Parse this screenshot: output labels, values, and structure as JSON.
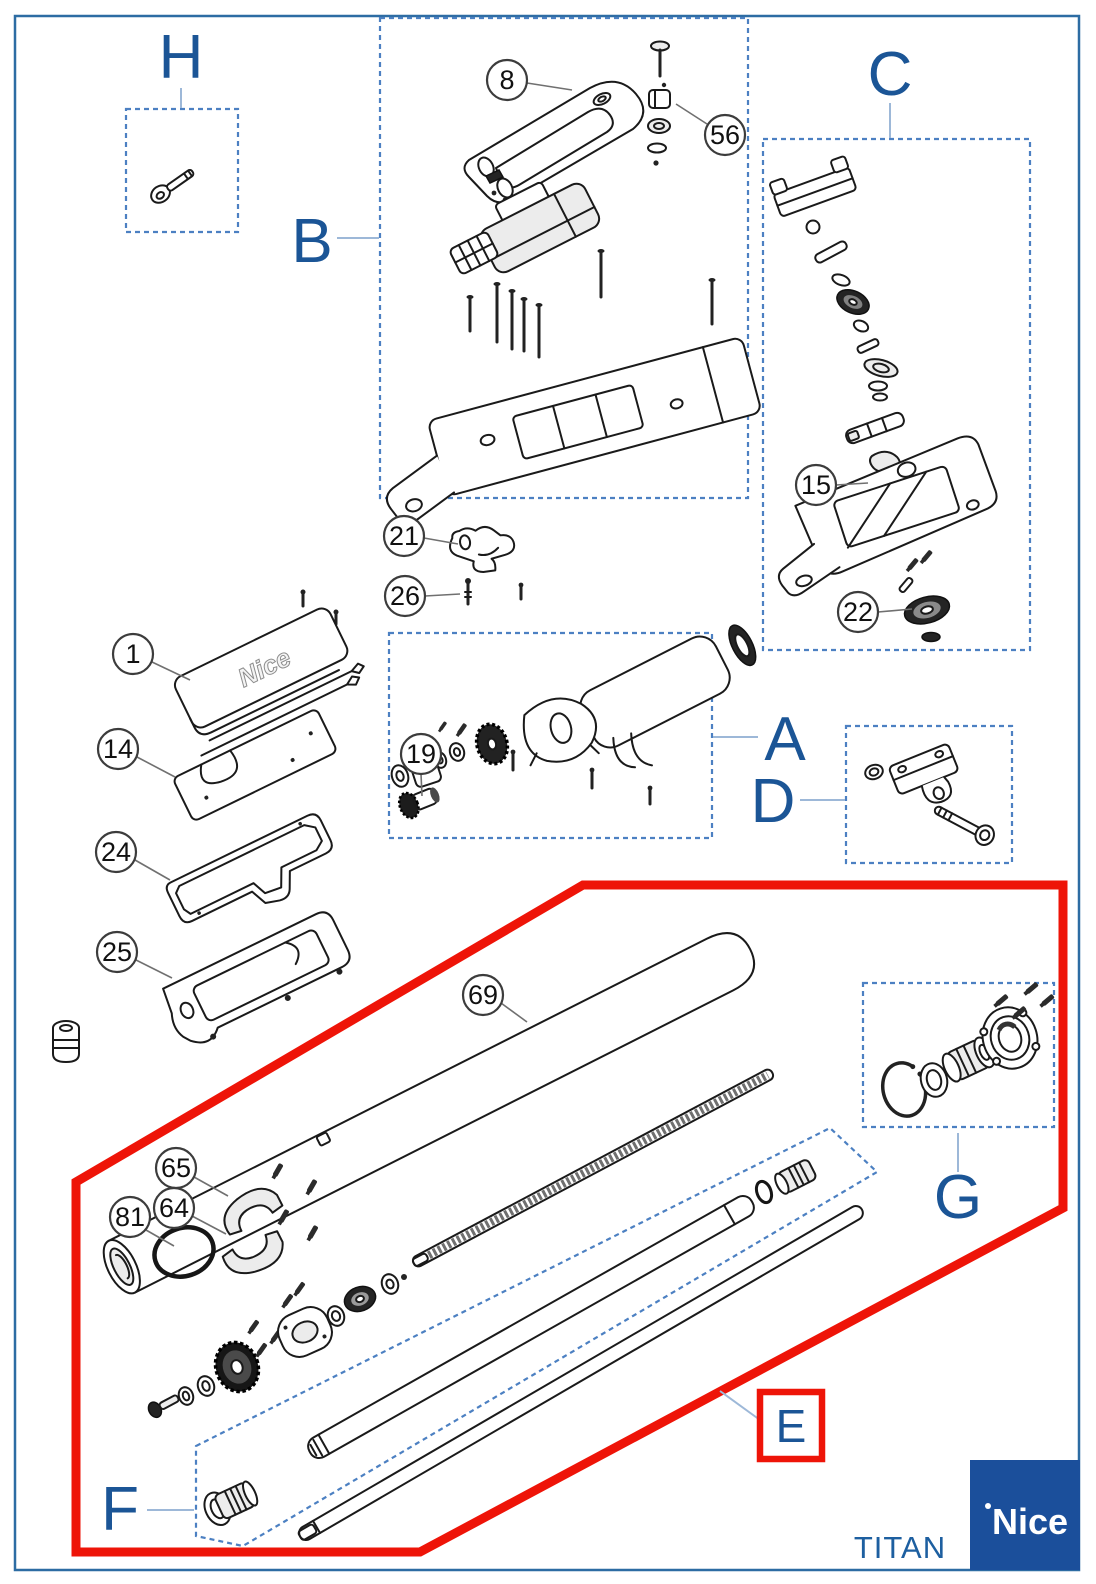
{
  "document": {
    "type": "exploded-parts-diagram",
    "product": "TITAN",
    "brand": "Nice"
  },
  "sections": {
    "A": "A",
    "B": "B",
    "C": "C",
    "D": "D",
    "E": "E",
    "F": "F",
    "G": "G",
    "H": "H"
  },
  "parts": {
    "1": "1",
    "8": "8",
    "14": "14",
    "15": "15",
    "19": "19",
    "21": "21",
    "22": "22",
    "24": "24",
    "25": "25",
    "26": "26",
    "56": "56",
    "64": "64",
    "65": "65",
    "69": "69",
    "81": "81"
  },
  "cover": {
    "logo_text": "Nice"
  },
  "footer": {
    "model_label": "TITAN",
    "brand_logo_text": "Nice"
  },
  "colors": {
    "section_label": "#1b5596",
    "dashed_box": "#4c80c2",
    "highlight_outline": "#ee1408",
    "page_border": "#2d6ca3",
    "footer_logo_bg": "#1b4f9b",
    "line_art": "#1a1a1a"
  }
}
